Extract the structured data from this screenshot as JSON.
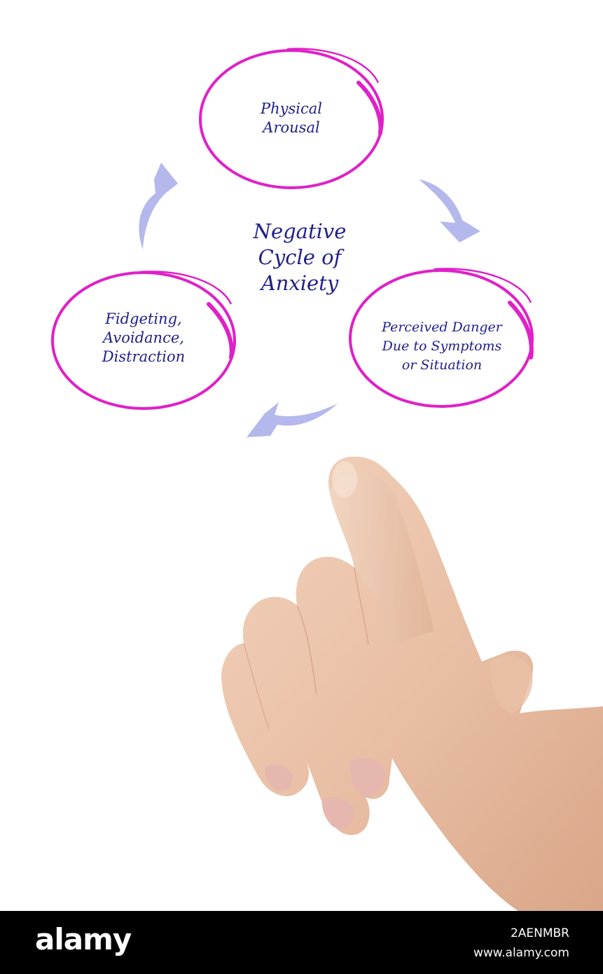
{
  "diagram": {
    "title_lines": [
      "Negative",
      "Cycle of",
      "Anxiety"
    ],
    "nodes": [
      {
        "id": "physical-arousal",
        "lines": [
          "Physical",
          "Arousal"
        ]
      },
      {
        "id": "perceived-danger",
        "lines": [
          "Perceived Danger",
          "Due to Symptoms",
          "or Situation"
        ]
      },
      {
        "id": "fidgeting",
        "lines": [
          "Fidgeting,",
          "Avoidance,",
          "Distraction"
        ]
      }
    ],
    "colors": {
      "ring": "#e020c8",
      "arrow": "#b4b8ec",
      "text": "#1f1f8a"
    }
  },
  "photo": {
    "subject": "hand-pointing-up"
  },
  "footer": {
    "brand": "alamy",
    "image_id": "2AENMBR",
    "site": "www.alamy.com"
  }
}
